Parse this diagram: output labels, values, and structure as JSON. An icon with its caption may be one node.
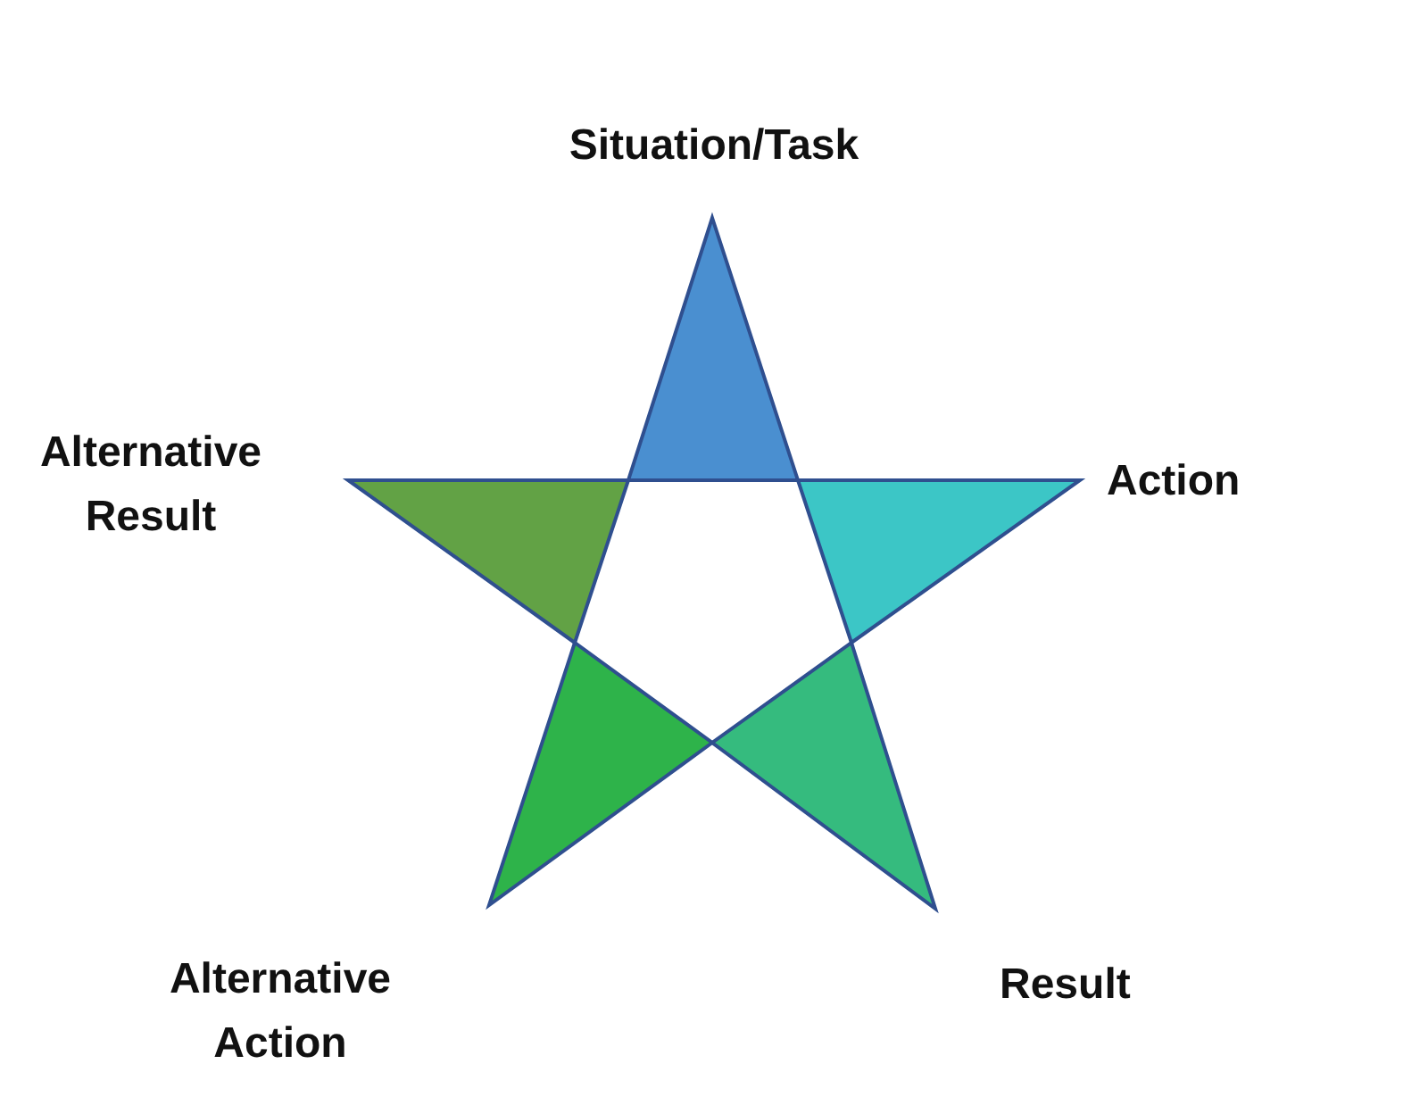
{
  "diagram": {
    "nodes": [
      {
        "text": [
          "Situation/Task"
        ]
      },
      {
        "text": [
          "Action"
        ]
      },
      {
        "text": [
          "Result"
        ]
      },
      {
        "text": [
          "Alternative Action"
        ]
      },
      {
        "text": [
          "Alternative Result"
        ]
      }
    ]
  }
}
